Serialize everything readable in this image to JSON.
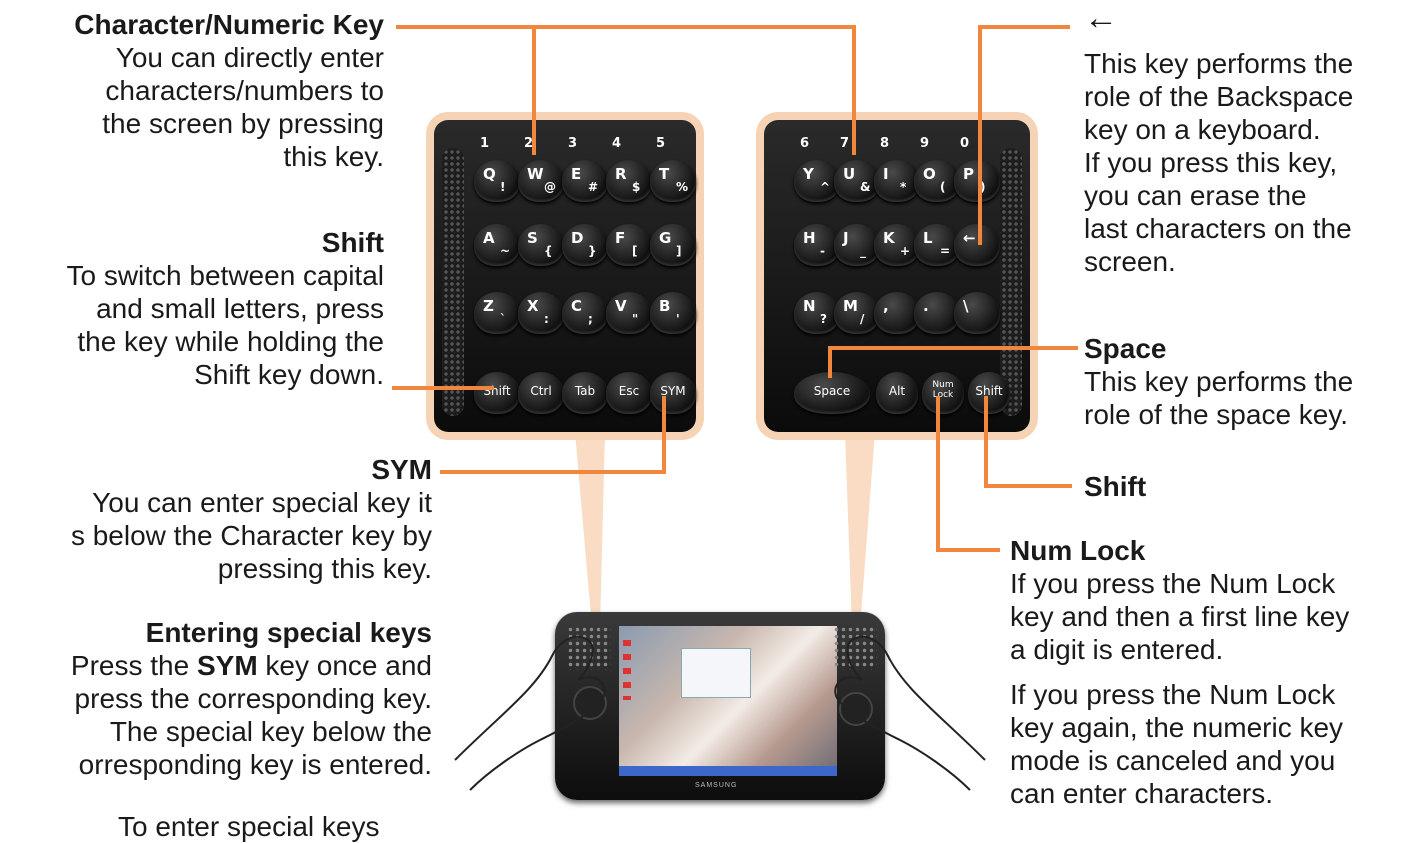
{
  "left": {
    "char_key": {
      "heading": "Character/Numeric Key",
      "lines": [
        "You can directly enter",
        "characters/numbers to",
        "the screen by pressing",
        "this key."
      ]
    },
    "shift": {
      "heading": "Shift",
      "lines": [
        "To switch between capital",
        "and small letters, press",
        "the key while holding the",
        "Shift key down."
      ]
    },
    "sym": {
      "heading": "SYM",
      "lines": [
        "You can enter special key it",
        "s below the Character key by",
        "pressing this key."
      ]
    },
    "special": {
      "heading": "Entering special keys",
      "line1_pre": "Press the ",
      "line1_bold": "SYM",
      "line1_post": " key once and",
      "lines": [
        "press the corresponding key.",
        "The special key below the",
        "orresponding key is entered."
      ],
      "cut_line": "To enter special keys"
    }
  },
  "right": {
    "backspace": {
      "heading": "←",
      "lines": [
        "This key performs the",
        "role of the Backspace",
        "key on a keyboard.",
        "If you press this key,",
        "you can erase the",
        "last characters on the",
        "screen."
      ]
    },
    "space": {
      "heading": "Space",
      "lines": [
        "This key performs the",
        "role of the space key."
      ]
    },
    "shift": {
      "heading": "Shift"
    },
    "numlock": {
      "heading": "Num Lock",
      "lines": [
        "If you press the Num Lock",
        "key and then a first line key",
        "a digit is entered."
      ],
      "lines2": [
        "If you press the Num Lock",
        "key again, the numeric key",
        "mode is canceled and you",
        "can enter characters."
      ]
    }
  },
  "keypad_left": {
    "numbers": [
      "1",
      "2",
      "3",
      "4",
      "5"
    ],
    "rows": [
      [
        [
          "Q",
          "!"
        ],
        [
          "W",
          "@"
        ],
        [
          "E",
          "#"
        ],
        [
          "R",
          "$"
        ],
        [
          "T",
          "%"
        ]
      ],
      [
        [
          "A",
          "~"
        ],
        [
          "S",
          "{"
        ],
        [
          "D",
          "}"
        ],
        [
          "F",
          "["
        ],
        [
          "G",
          "]"
        ]
      ],
      [
        [
          "Z",
          "`"
        ],
        [
          "X",
          ":"
        ],
        [
          "C",
          ";"
        ],
        [
          "V",
          "\""
        ],
        [
          "B",
          "'"
        ]
      ]
    ],
    "bottom": [
      "Shift",
      "Ctrl",
      "Tab",
      "Esc",
      "SYM"
    ]
  },
  "keypad_right": {
    "numbers": [
      "6",
      "7",
      "8",
      "9",
      "0"
    ],
    "rows": [
      [
        [
          "Y",
          "^"
        ],
        [
          "U",
          "&"
        ],
        [
          "I",
          "*"
        ],
        [
          "O",
          "("
        ],
        [
          "P",
          ")"
        ]
      ],
      [
        [
          "H",
          "-"
        ],
        [
          "J",
          "_"
        ],
        [
          "K",
          "+"
        ],
        [
          "L",
          "="
        ],
        [
          "←",
          ""
        ]
      ],
      [
        [
          "N",
          "?"
        ],
        [
          "M",
          "/"
        ],
        [
          ",",
          ""
        ],
        [
          ".",
          ""
        ],
        [
          "\\",
          ""
        ]
      ]
    ],
    "bottom": [
      "Space",
      "Alt",
      "Num Lock",
      "Shift"
    ]
  },
  "device": {
    "brand": "SAMSUNG"
  },
  "colors": {
    "callout": "#f0873c",
    "halo": "#f6d3b4",
    "keypad": "#111111"
  }
}
